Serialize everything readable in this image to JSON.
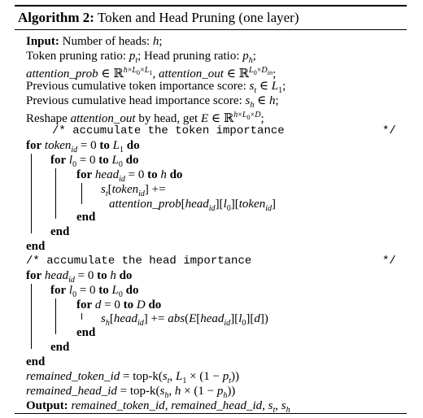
{
  "caption": {
    "label": "Algorithm 2:",
    "title": "Token and Head Pruning (one layer)"
  },
  "lines": {
    "input_kw": "Input:",
    "input_text": "Number of heads: h;",
    "ratios": "Token pruning ratio: pt; Head pruning ratio: ph;",
    "tensors": "attention_prob ∈ ℝ h×L0×L1 , attention_out ∈ ℝ L0×Din ;",
    "prev_token": "Previous cumulative token importance score: st ∈ L1;",
    "prev_head": "Previous cumulative head importance score: sh ∈ h;",
    "reshape": "Reshape attention_out by head, get E ∈ ℝ h×L0×D;",
    "comment1": "/* accumulate the token importance",
    "comment1_end": "*/",
    "for1": "for tokenid = 0 to L1 do",
    "for2": "for l0 = 0 to L0 do",
    "for3": "for headid = 0 to h do",
    "stmt1a": "st[tokenid] +=",
    "stmt1b": "attention_prob[headid][l0][tokenid]",
    "end3": "end",
    "end2": "end",
    "end1": "end",
    "comment2": "/* accumulate the head importance",
    "comment2_end": "*/",
    "for4": "for headid = 0 to h do",
    "for5": "for l0 = 0 to L0 do",
    "for6": "for d = 0 to D do",
    "stmt2": "sh[headid] += abs(E[headid][l0][d])",
    "end6": "end",
    "end5": "end",
    "end4": "end",
    "remain_token": "remained_token_id = top-k(st, L1 × (1 − pt))",
    "remain_head": "remained_head_id = top-k(sh, h × (1 − ph))",
    "output_kw": "Output:",
    "output_text": "remained_token_id, remained_head_id, st, sh"
  }
}
